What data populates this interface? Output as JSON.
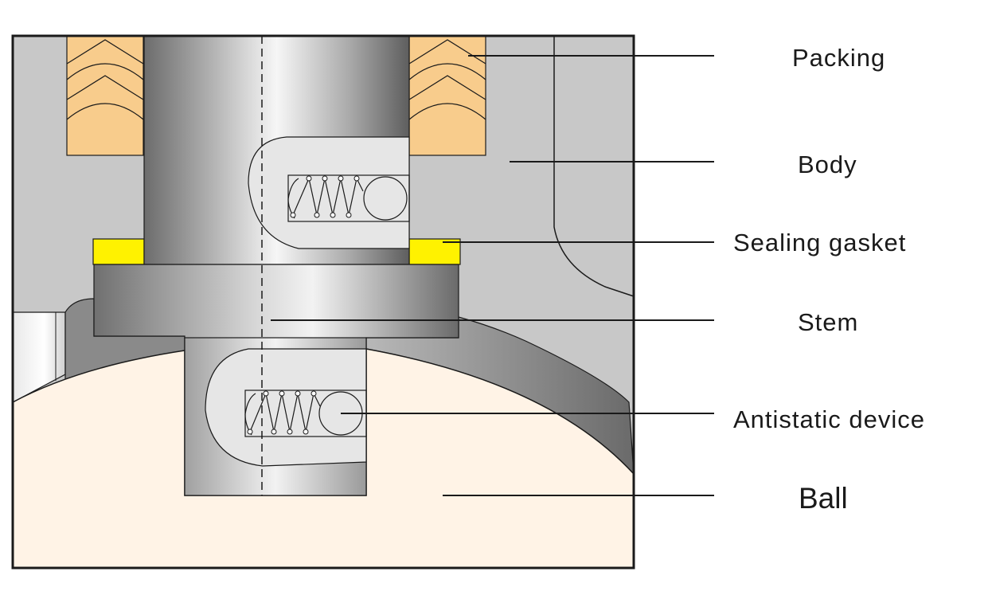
{
  "labels": {
    "packing": "Packing",
    "body": "Body",
    "sealing_gasket": "Sealing gasket",
    "stem": "Stem",
    "antistatic_device": "Antistatic device",
    "ball": "Ball"
  },
  "colors": {
    "packing": "#F8CC8C",
    "sealing_gasket": "#FFF200",
    "body": "#C8C8C8",
    "ball": "#FFF3E6",
    "outline": "#1a1a1a"
  }
}
